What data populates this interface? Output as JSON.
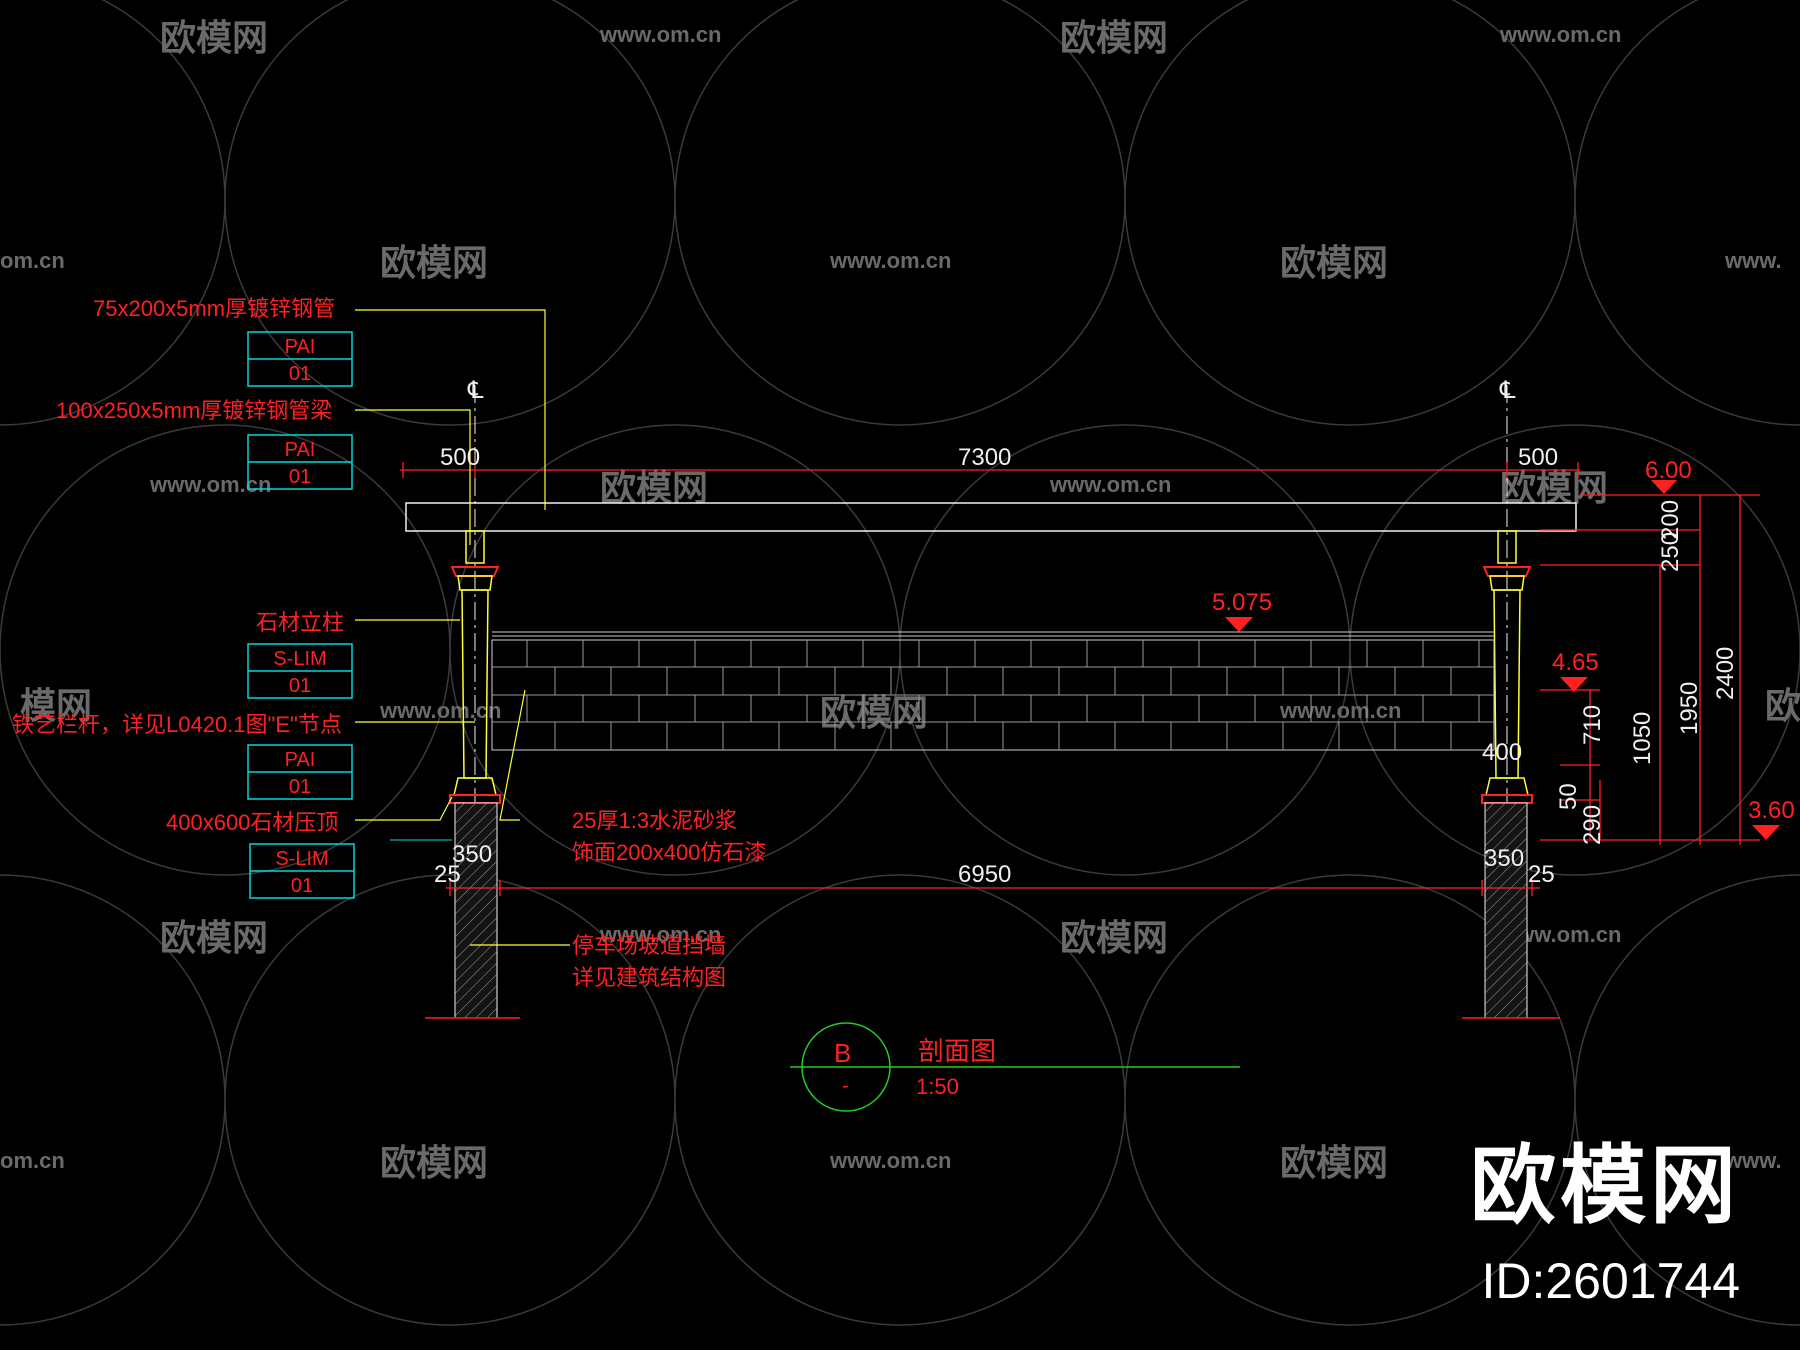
{
  "watermark": {
    "logo_text": "欧模网",
    "url_text": "www.om.cn",
    "url_fragment_left": "om.cn",
    "url_fragment_right": "www.",
    "logo_fragment_left": "模网",
    "logo_fragment_right": "欧",
    "id_text": "ID:2601744"
  },
  "centerline_symbol": "℄",
  "dimensions": {
    "span_total": "7300",
    "overhang_left": "500",
    "overhang_right": "500",
    "span_inner": "6950",
    "col_left_width": "350",
    "col_left_offset": "25",
    "col_right_width": "350",
    "col_right_offset": "25",
    "right_col_400": "400",
    "v_200": "200",
    "v_250": "250",
    "v_2400": "2400",
    "v_1950": "1950",
    "v_1050": "1050",
    "v_710": "710",
    "v_50": "50",
    "v_290": "290"
  },
  "elevations": {
    "top": "6.00",
    "wall_top": "5.075",
    "rail": "4.65",
    "ground": "3.60"
  },
  "labels": {
    "steel_pipe": "75x200x5mm厚镀锌钢管",
    "steel_beam": "100x250x5mm厚镀锌钢管梁",
    "stone_column": "石材立柱",
    "iron_railing": "铁艺栏杆，详见L0420.1图\"E\"节点",
    "stone_cap": "400x600石材压顶",
    "mortar_line1": "25厚1:3水泥砂浆",
    "mortar_line2": "饰面200x400仿石漆",
    "ramp_wall_line1": "停车场坡道挡墙",
    "ramp_wall_line2": "详见建筑结构图"
  },
  "tags": [
    {
      "code": "PAI",
      "num": "01"
    },
    {
      "code": "PAI",
      "num": "01"
    },
    {
      "code": "S-LIM",
      "num": "01"
    },
    {
      "code": "PAI",
      "num": "01"
    },
    {
      "code": "S-LIM",
      "num": "01"
    }
  ],
  "section_mark": {
    "letter": "B",
    "sheet": "-",
    "title": "剖面图",
    "scale": "1:50"
  },
  "colors": {
    "red": "#ff2020",
    "yellow": "#ffff33",
    "cyan": "#00d8d8",
    "green": "#22cc22",
    "white": "#f0f0f0",
    "watermark_gray": "#6a6a6a"
  }
}
